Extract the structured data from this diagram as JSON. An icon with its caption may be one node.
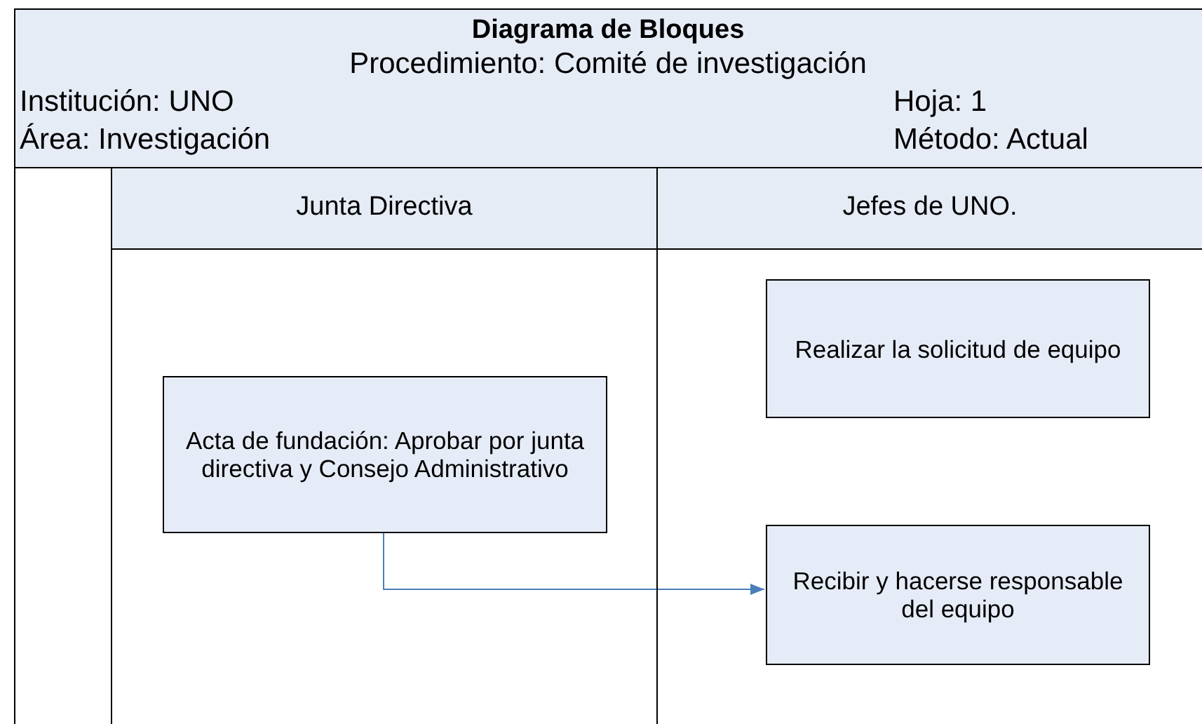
{
  "diagram": {
    "title": "Diagrama de Bloques",
    "nodes": [
      {
        "text": [
          "Junta Directiva"
        ]
      },
      {
        "text": [
          "Jefes de UNO."
        ]
      },
      {
        "text": [
          "Acta de fundación: Aprobar por junta directiva y Consejo Administrativo"
        ],
        "in": 0
      },
      {
        "text": [
          "Realizar la solicitud de equipo"
        ],
        "in": 1
      },
      {
        "text": [
          "Recibir y hacerse responsable del equipo"
        ],
        "in": 1
      }
    ],
    "edges": [
      {
        "from": 2,
        "to": 4,
        "arrow": "to"
      }
    ],
    "labels": [
      "Procedimiento: Comité de investigación",
      "Institución: UNO",
      "Hoja: 1",
      "Área: Investigación",
      "Método: Actual"
    ]
  }
}
